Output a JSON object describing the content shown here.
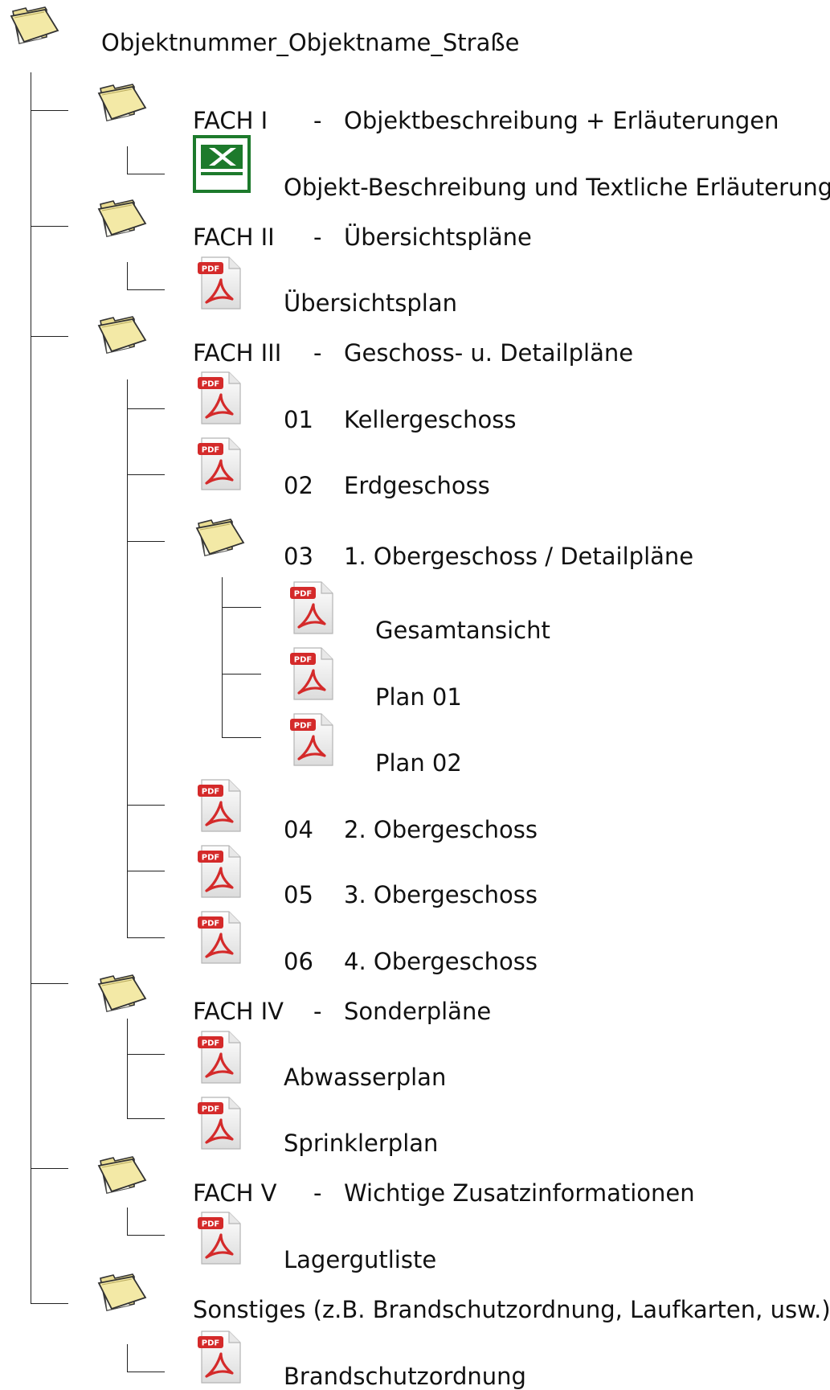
{
  "root": {
    "label": "Objektnummer_Objektname_Straße"
  },
  "sections": {
    "fach1": {
      "code": "FACH I",
      "sep": "-",
      "title": "Objektbeschreibung + Erläuterungen"
    },
    "fach2": {
      "code": "FACH II",
      "sep": "-",
      "title": "Übersichtspläne"
    },
    "fach3": {
      "code": "FACH III",
      "sep": "-",
      "title": "Geschoss- u. Detailpläne"
    },
    "fach4": {
      "code": "FACH IV",
      "sep": "-",
      "title": "Sonderpläne"
    },
    "fach5": {
      "code": "FACH V",
      "sep": "-",
      "title": "Wichtige Zusatzinformationen"
    },
    "misc": {
      "title": "Sonstiges (z.B. Brandschutzordnung, Laufkarten, usw.)"
    }
  },
  "files": {
    "f1_excel": "Objekt-Beschreibung und Textliche Erläuterung",
    "f2_plan": "Übersichtsplan",
    "f3_01": {
      "num": "01",
      "name": "Kellergeschoss"
    },
    "f3_02": {
      "num": "02",
      "name": "Erdgeschoss"
    },
    "f3_03": {
      "num": "03",
      "name": "1. Obergeschoss / Detailpläne"
    },
    "f3_03_a": "Gesamtansicht",
    "f3_03_b": "Plan 01",
    "f3_03_c": "Plan 02",
    "f3_04": {
      "num": "04",
      "name": "2. Obergeschoss"
    },
    "f3_05": {
      "num": "05",
      "name": "3. Obergeschoss"
    },
    "f3_06": {
      "num": "06",
      "name": "4. Obergeschoss"
    },
    "f4_a": "Abwasserplan",
    "f4_b": "Sprinklerplan",
    "f5_a": "Lagergutliste",
    "misc_a": "Brandschutzordnung"
  },
  "icons": {
    "folder": "folder-icon",
    "pdf": "pdf-icon",
    "excel": "excel-icon",
    "pdf_badge": "PDF"
  },
  "colors": {
    "line": "#222222",
    "pdf_red": "#d42a2a",
    "excel_green": "#1d7a2c",
    "folder_fill": "#f3e9a6"
  }
}
